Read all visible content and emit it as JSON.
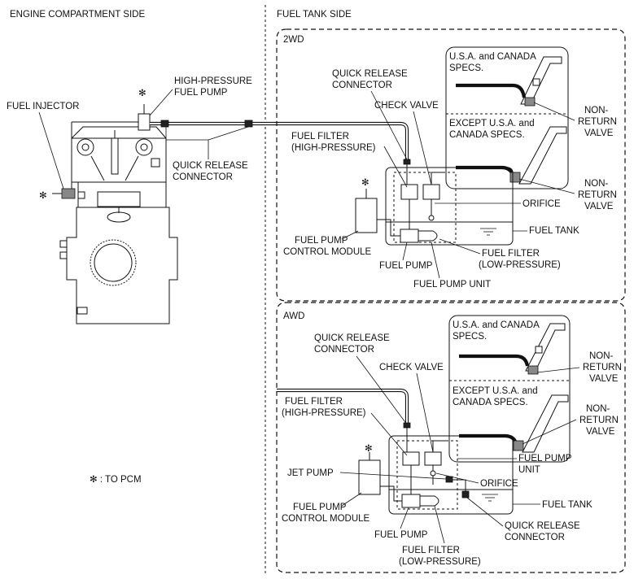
{
  "headers": {
    "engine_side": "ENGINE COMPARTMENT SIDE",
    "fuel_tank_side": "FUEL TANK SIDE"
  },
  "engine": {
    "fuel_injector": "FUEL INJECTOR",
    "hp_pump_1": "HIGH-PRESSURE",
    "hp_pump_2": "FUEL PUMP",
    "qrc_1": "QUICK RELEASE",
    "qrc_2": "CONNECTOR",
    "star": "✻",
    "to_pcm": "✻ : TO PCM"
  },
  "twowd": {
    "title": "2WD",
    "qrc_1": "QUICK RELEASE",
    "qrc_2": "CONNECTOR",
    "check_valve": "CHECK VALVE",
    "ff_hp_1": "FUEL FILTER",
    "ff_hp_2": "(HIGH-PRESSURE)",
    "usa_1": "U.S.A. and CANADA",
    "usa_2": "SPECS.",
    "exc_1": "EXCEPT U.S.A. and",
    "exc_2": "CANADA SPECS.",
    "nrv1_1": "NON-",
    "nrv1_2": "RETURN",
    "nrv1_3": "VALVE",
    "nrv2_1": "NON-",
    "nrv2_2": "RETURN",
    "nrv2_3": "VALVE",
    "orifice": "ORIFICE",
    "fuel_tank": "FUEL TANK",
    "fpcm_1": "FUEL PUMP",
    "fpcm_2": "CONTROL MODULE",
    "fuel_pump": "FUEL PUMP",
    "ff_lp_1": "FUEL FILTER",
    "ff_lp_2": "(LOW-PRESSURE)",
    "fpu": "FUEL PUMP UNIT",
    "star": "✻"
  },
  "awd": {
    "title": "AWD",
    "qrc_1": "QUICK RELEASE",
    "qrc_2": "CONNECTOR",
    "check_valve": "CHECK VALVE",
    "ff_hp_1": "FUEL FILTER",
    "ff_hp_2": "(HIGH-PRESSURE)",
    "usa_1": "U.S.A. and CANADA",
    "usa_2": "SPECS.",
    "exc_1": "EXCEPT U.S.A. and",
    "exc_2": "CANADA SPECS.",
    "nrv1_1": "NON-",
    "nrv1_2": "RETURN",
    "nrv1_3": "VALVE",
    "nrv2_1": "NON-",
    "nrv2_2": "RETURN",
    "nrv2_3": "VALVE",
    "fpu_1": "FUEL PUMP",
    "fpu_2": "UNIT",
    "jet_pump": "JET PUMP",
    "orifice": "ORIFICE",
    "fuel_tank": "FUEL TANK",
    "fpcm_1": "FUEL PUMP",
    "fpcm_2": "CONTROL MODULE",
    "qrc2_1": "QUICK RELEASE",
    "qrc2_2": "CONNECTOR",
    "fuel_pump": "FUEL PUMP",
    "ff_lp_1": "FUEL FILTER",
    "ff_lp_2": "(LOW-PRESSURE)",
    "star": "✻"
  }
}
